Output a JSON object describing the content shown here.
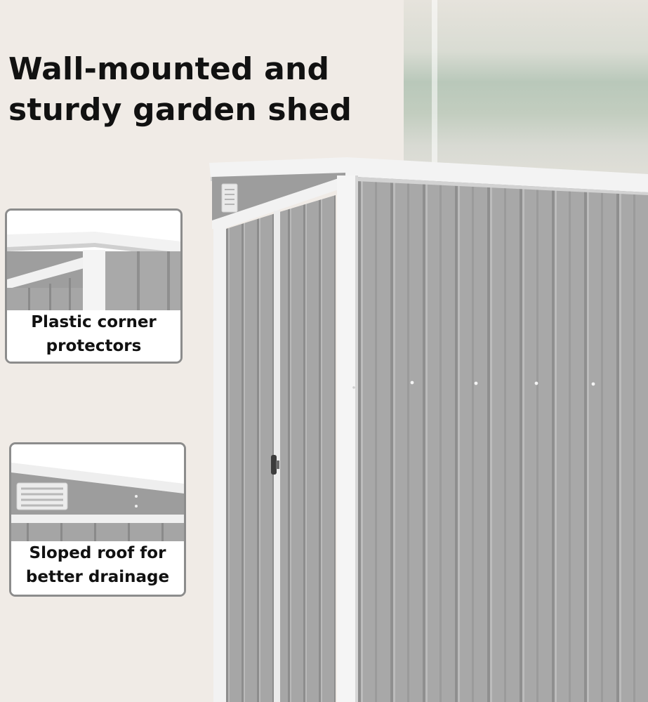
{
  "headline": {
    "line1": "Wall-mounted and",
    "line2": "sturdy garden shed"
  },
  "callouts": [
    {
      "line1": "Plastic corner",
      "line2": "protectors"
    },
    {
      "line1": "Sloped roof for",
      "line2": "better drainage"
    }
  ],
  "colors": {
    "background": "#f0ebe6",
    "shed_panel": "#a9a9a9",
    "trim": "#f4f4f4",
    "card_border": "#8c8c8c",
    "text": "#111111"
  }
}
